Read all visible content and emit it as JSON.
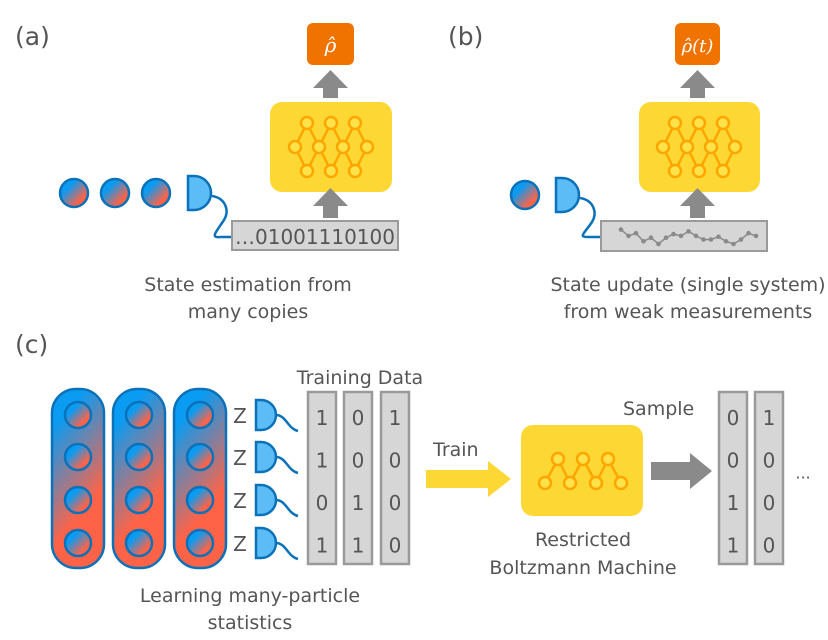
{
  "panels": {
    "a": {
      "label": "(a)",
      "output": "ρ̂",
      "bitstring": "…01001110100",
      "caption_lines": [
        "State estimation from",
        "many copies"
      ],
      "copies": 3
    },
    "b": {
      "label": "(b)",
      "output": "ρ̂(t)",
      "caption_lines": [
        "State update (single system)",
        "from weak measurements"
      ],
      "signal": [
        0.8,
        0.45,
        0.6,
        0.15,
        0.35,
        0.0,
        0.35,
        0.55,
        0.45,
        0.7,
        0.45,
        0.25,
        0.25,
        0.4,
        0.15,
        0.0,
        0.25,
        0.6,
        0.45
      ]
    },
    "c": {
      "label": "(c)",
      "training_title": "Training Data",
      "measure_basis": [
        "Z",
        "Z",
        "Z",
        "Z"
      ],
      "training_columns": [
        [
          "1",
          "1",
          "0",
          "1"
        ],
        [
          "0",
          "0",
          "1",
          "1"
        ],
        [
          "1",
          "0",
          "0",
          "0"
        ]
      ],
      "train_label": "Train",
      "rbm_caption_lines": [
        "Restricted",
        "Boltzmann Machine"
      ],
      "sample_label": "Sample",
      "sample_columns": [
        [
          "0",
          "0",
          "1",
          "1"
        ],
        [
          "1",
          "0",
          "0",
          "0"
        ]
      ],
      "ellipsis": "···",
      "caption_lines": [
        "Learning many-particle",
        "statistics"
      ]
    }
  },
  "colors": {
    "orange": "#f07300",
    "yellow": "#fdd835",
    "node_fill": "#ffe24a",
    "node_stroke": "#ffa500",
    "blue": "#0a9bf2",
    "blue_dark": "#0b72b9",
    "detector": "#5bbcf6",
    "red": "#ff6347",
    "gray_arrow": "#8a8a8a",
    "box_fill": "#d6d6d6",
    "box_stroke": "#9a9a9a"
  }
}
